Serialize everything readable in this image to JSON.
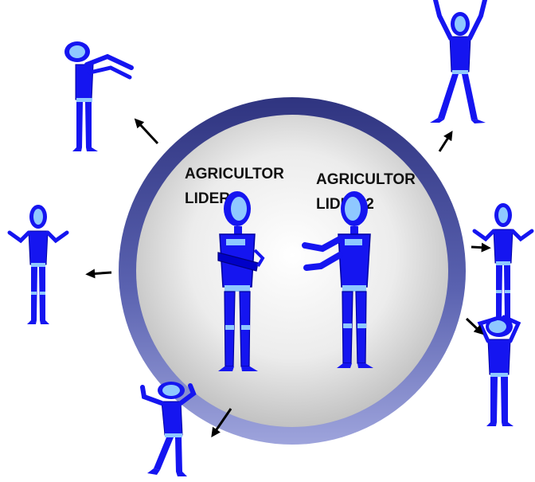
{
  "leaders": [
    {
      "line1": "AGRICULTOR",
      "line2": "LIDER 1"
    },
    {
      "line1": "AGRICULTOR",
      "line2": "LIDER 2"
    }
  ],
  "colors": {
    "figure_fill": "#1515f0",
    "figure_dark": "#0000a0",
    "figure_light": "#8fc8ff",
    "ring_outer": "#3a3f8f",
    "ring_inner": "#8a91cf",
    "disc_center": "#ffffff",
    "disc_edge": "#c4c4c4",
    "arrow": "#000000"
  },
  "icons": [
    "stick-figure-icon",
    "arrow-icon"
  ]
}
